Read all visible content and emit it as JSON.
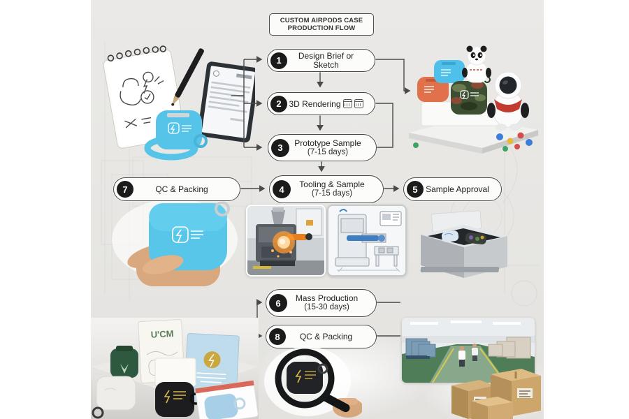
{
  "title": {
    "line1": "CUSTOM AIRPODS CASE",
    "line2": "PRODUCTION FLOW"
  },
  "steps": [
    {
      "number": "1",
      "label": "Design Brief or Sketch",
      "sublabel": ""
    },
    {
      "number": "2",
      "label": "3D Rendering",
      "sublabel": ""
    },
    {
      "number": "3",
      "label": "Prototype Sample",
      "sublabel": "(7-15 days)"
    },
    {
      "number": "4",
      "label": "Tooling & Sample",
      "sublabel": "(7-15 days)"
    },
    {
      "number": "5",
      "label": "Sample Approval",
      "sublabel": ""
    },
    {
      "number": "6",
      "label": "Mass Production",
      "sublabel": "(15-30 days)"
    },
    {
      "number": "7",
      "label": "QC & Packing",
      "sublabel": ""
    },
    {
      "number": "8",
      "label": "QC & Packing",
      "sublabel": ""
    }
  ],
  "step2_icons": [
    "calendar-icon",
    "calendar-icon"
  ],
  "packaging": {
    "ucm_box_text": "U'CM"
  },
  "colors": {
    "panel_bg": "#e8e7e4",
    "box_border": "#474747",
    "badge_bg": "#1b1b1b",
    "blue_case": "#57c5e9",
    "orange_case": "#e0714a",
    "camo_green": "#44523a",
    "factory_floor_green": "#4f7d58",
    "cardboard": "#c9a36e",
    "gold_logo": "#d8b84a"
  }
}
